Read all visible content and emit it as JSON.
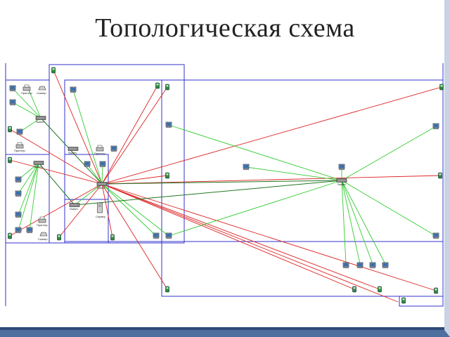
{
  "title": "Топологическая схема",
  "labels": {
    "printer": "Принтер",
    "scanner": "Сканер",
    "switch": "Switch",
    "server": "Сервер"
  },
  "colors": {
    "background": "#ffffff",
    "room_border": "#3333cc",
    "link_green": "#33cc33",
    "link_red": "#dd2222",
    "link_dark_green": "#227722"
  }
}
